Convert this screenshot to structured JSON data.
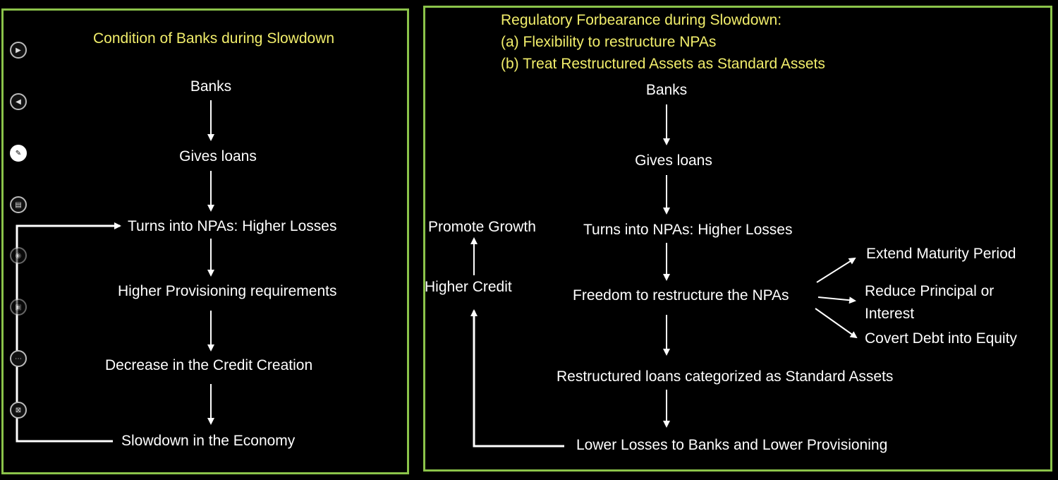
{
  "left": {
    "title": "Condition of Banks during Slowdown",
    "steps": [
      "Banks",
      "Gives loans",
      "Turns into NPAs: Higher Losses",
      "Higher Provisioning requirements",
      "Decrease in the Credit Creation",
      "Slowdown in the Economy"
    ]
  },
  "right": {
    "title": "Regulatory Forbearance during Slowdown:",
    "subpoints": [
      "(a)  Flexibility to restructure NPAs",
      "(b)  Treat Restructured Assets as Standard Assets"
    ],
    "steps": [
      "Banks",
      "Gives loans",
      "Turns into NPAs: Higher Losses",
      "Freedom to restructure the NPAs",
      "Restructured loans categorized as Standard Assets",
      "Lower Losses to Banks and Lower Provisioning"
    ],
    "branches": [
      "Extend Maturity Period",
      "Reduce Principal or",
      "Interest",
      "Covert Debt into Equity"
    ],
    "feedback": [
      "Higher Credit",
      "Promote Growth"
    ]
  },
  "toolbar": {
    "icons": [
      "play-icon",
      "back-icon",
      "pen-icon",
      "subtitles-icon",
      "audio-icon",
      "screen-share-icon",
      "more-icon",
      "close-captions-icon"
    ]
  },
  "colors": {
    "border": "#8bc34a",
    "title": "#f2ee6b",
    "text": "#ffffff",
    "background": "#000000"
  }
}
